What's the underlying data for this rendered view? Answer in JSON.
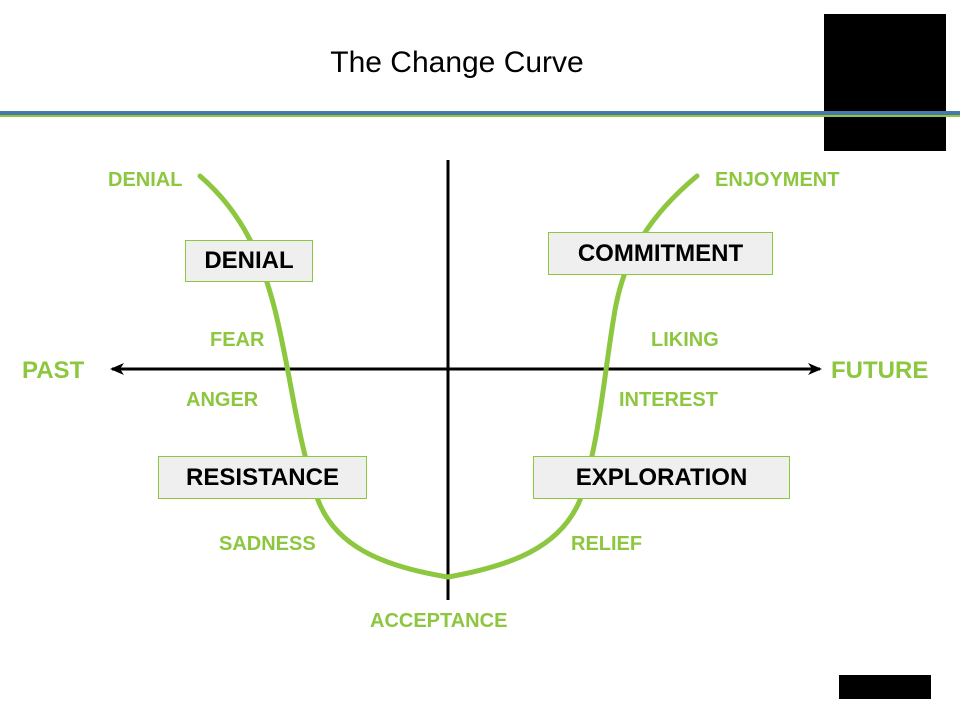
{
  "title": "The Change Curve",
  "colors": {
    "accent_green": "#8dc63f",
    "rule_blue": "#4a77a8",
    "box_fill": "#efefef",
    "axis": "#000000"
  },
  "axis": {
    "left_label": "PAST",
    "right_label": "FUTURE"
  },
  "stages": {
    "denial": "DENIAL",
    "resistance": "RESISTANCE",
    "exploration": "EXPLORATION",
    "commitment": "COMMITMENT"
  },
  "emotions": {
    "denial": "DENIAL",
    "fear": "FEAR",
    "anger": "ANGER",
    "sadness": "SADNESS",
    "acceptance": "ACCEPTANCE",
    "relief": "RELIEF",
    "interest": "INTEREST",
    "liking": "LIKING",
    "enjoyment": "ENJOYMENT"
  }
}
